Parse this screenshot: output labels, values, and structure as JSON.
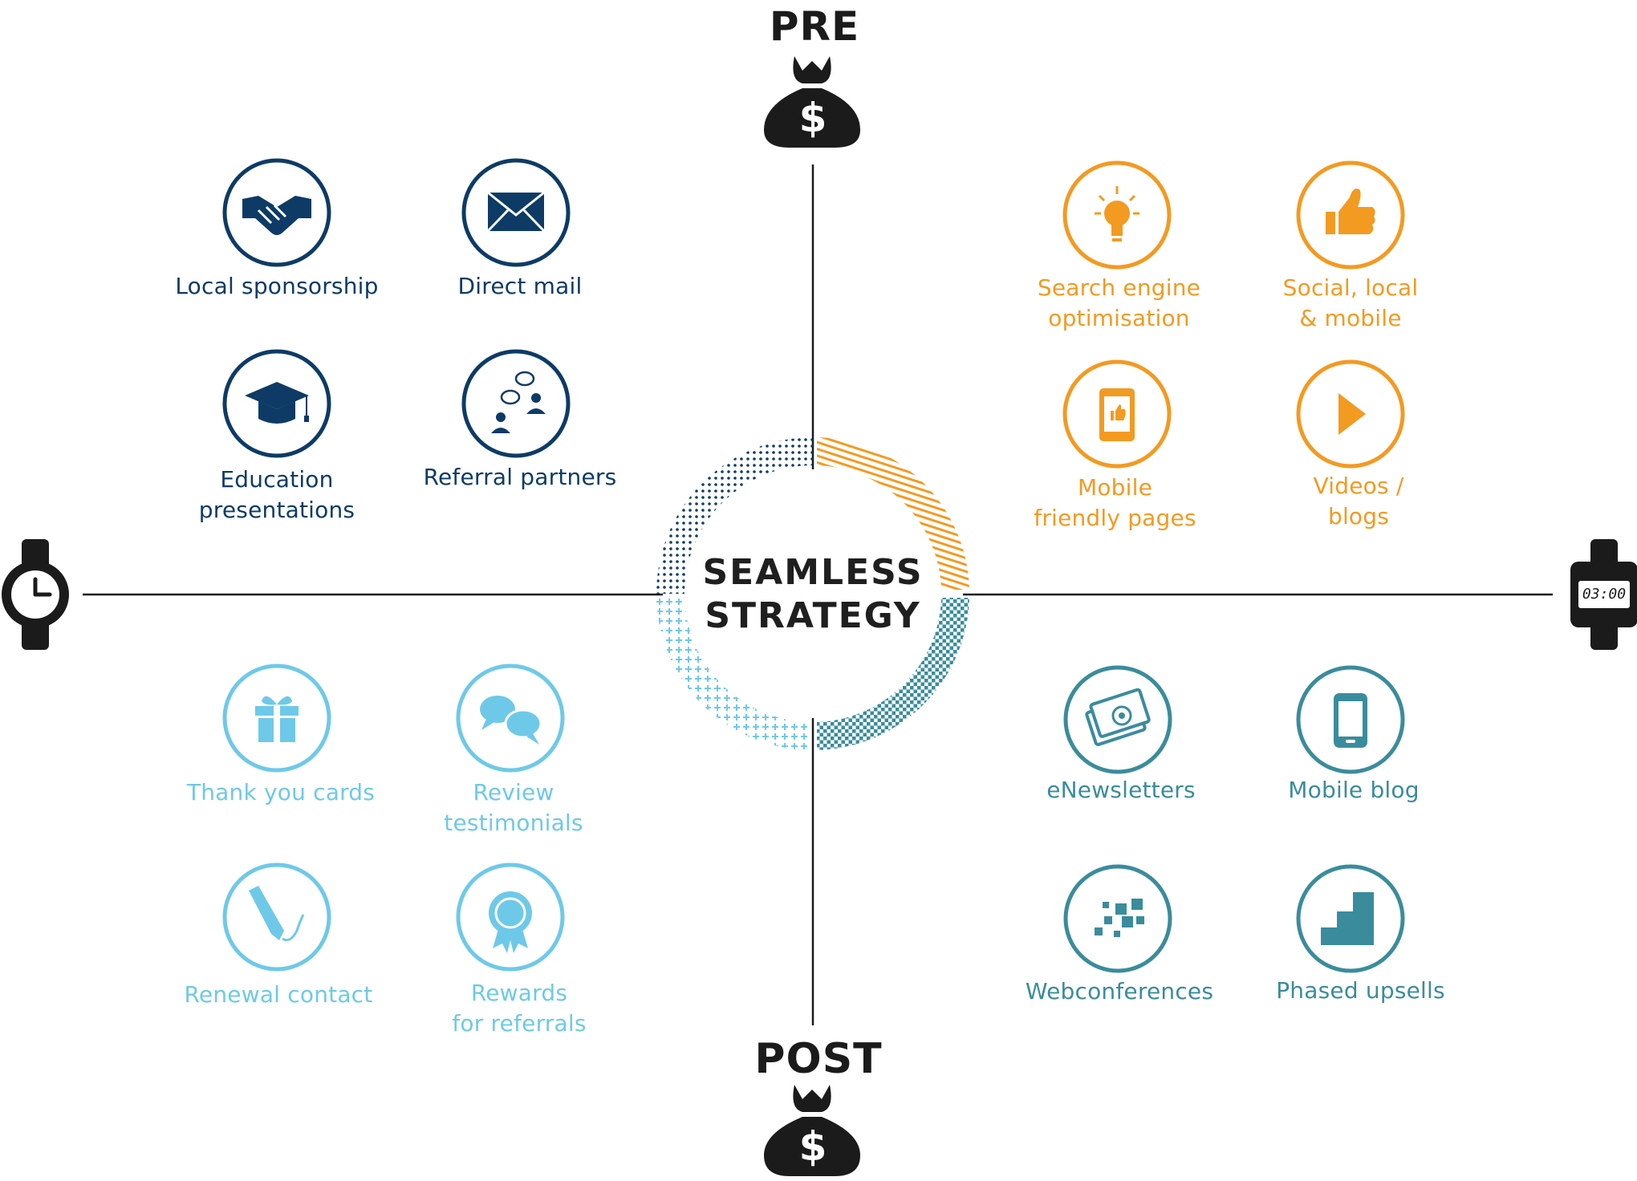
{
  "center": {
    "line1": "SEAMLESS",
    "line2": "STRATEGY"
  },
  "phases": {
    "top": "PRE",
    "bottom": "POST"
  },
  "dollar_sign": "$",
  "digital_watch_time": "03:00",
  "colors": {
    "navy": "#0d3b66",
    "orange": "#f39a21",
    "sky": "#6ec9e8",
    "teal": "#3a8c9c",
    "dark": "#1b1b1b"
  },
  "quadrants": {
    "top_left": [
      {
        "icon": "handshake-icon",
        "lines": [
          "Local sponsorship"
        ]
      },
      {
        "icon": "envelope-icon",
        "lines": [
          "Direct mail"
        ]
      },
      {
        "icon": "graduation-cap-icon",
        "lines": [
          "Education",
          "presentations"
        ]
      },
      {
        "icon": "people-chat-icon",
        "lines": [
          "Referral partners"
        ]
      }
    ],
    "top_right": [
      {
        "icon": "lightbulb-icon",
        "lines": [
          "Search engine",
          "optimisation"
        ]
      },
      {
        "icon": "thumbs-up-icon",
        "lines": [
          "Social, local",
          "& mobile"
        ]
      },
      {
        "icon": "mobile-like-icon",
        "lines": [
          "Mobile",
          "friendly pages"
        ]
      },
      {
        "icon": "play-icon",
        "lines": [
          "Videos /",
          "blogs"
        ]
      }
    ],
    "bottom_left": [
      {
        "icon": "gift-icon",
        "lines": [
          "Thank you cards"
        ]
      },
      {
        "icon": "speech-bubbles-icon",
        "lines": [
          "Review",
          "testimonials"
        ]
      },
      {
        "icon": "fountain-pen-icon",
        "lines": [
          "Renewal contact"
        ]
      },
      {
        "icon": "rosette-icon",
        "lines": [
          "Rewards",
          "for referrals"
        ]
      }
    ],
    "bottom_right": [
      {
        "icon": "email-card-icon",
        "lines": [
          "eNewsletters"
        ]
      },
      {
        "icon": "smartphone-icon",
        "lines": [
          "Mobile blog"
        ]
      },
      {
        "icon": "pixel-squares-icon",
        "lines": [
          "Webconferences"
        ]
      },
      {
        "icon": "stairs-icon",
        "lines": [
          "Phased upsells"
        ]
      }
    ]
  }
}
